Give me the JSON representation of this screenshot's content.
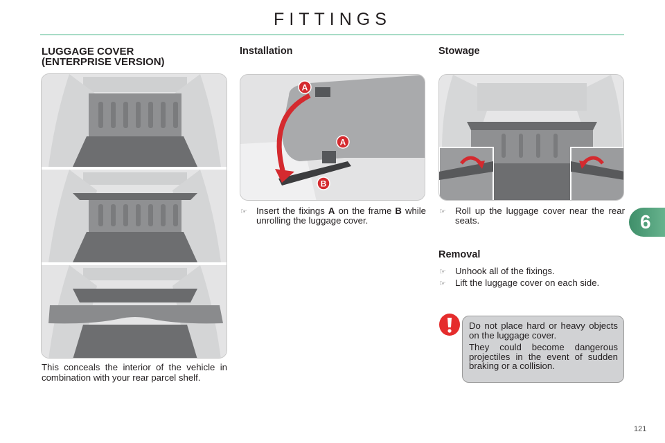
{
  "header": {
    "title": "FITTINGS"
  },
  "left": {
    "heading_line1": "LUGGAGE COVER",
    "heading_line2": "(ENTERPRISE VERSION)",
    "illustration": "boot-views-cover-positions",
    "description": "This conceals the interior of the vehicle in combination with your rear parcel shelf."
  },
  "installation": {
    "heading": "Installation",
    "illustration": "fixing-A-on-frame-B",
    "callouts": [
      "A",
      "A",
      "B"
    ],
    "bullet_pre": "Insert the fixings ",
    "bullet_bold_a": "A",
    "bullet_mid": " on the frame ",
    "bullet_bold_b": "B",
    "bullet_post": " while unrolling the luggage cover.",
    "bullet_icon": "pointing-hand-icon"
  },
  "stowage": {
    "heading": "Stowage",
    "illustration": "roll-up-cover-near-rear-seats",
    "bullet": "Roll up the luggage cover near the rear seats."
  },
  "removal": {
    "heading": "Removal",
    "bullets": [
      "Unhook all of the fixings.",
      "Lift the luggage cover on each side."
    ]
  },
  "warning": {
    "icon": "exclamation-warning-icon",
    "color": "#e52d2d",
    "para1": "Do not place hard or heavy objects on the luggage cover.",
    "para2": "They could become dangerous projectiles in the event of sudden braking or a collision."
  },
  "chapter_tab": {
    "number": "6",
    "color": "#4f9f7a"
  },
  "footer": {
    "page_number": "121"
  },
  "colors": {
    "title_rule": "#a8dcc6",
    "text": "#231f20",
    "warning_bg": "#d1d2d4"
  }
}
